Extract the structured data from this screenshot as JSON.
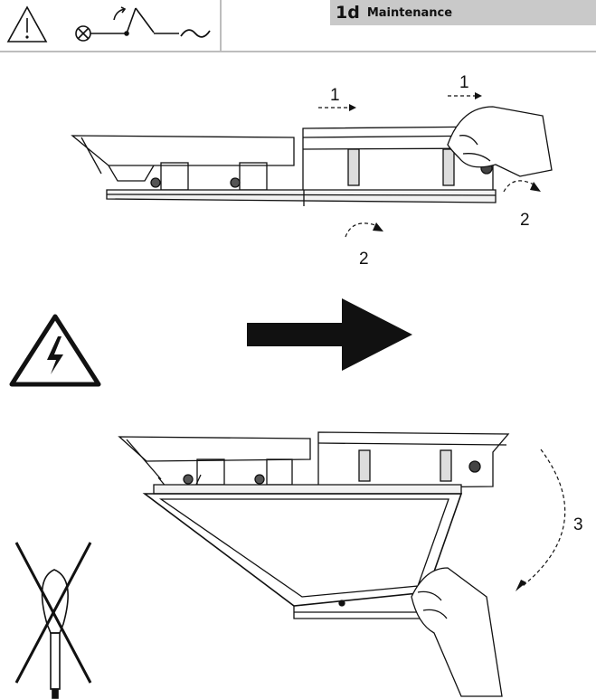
{
  "section": {
    "number": "1d",
    "title": "Maintenance"
  },
  "steps": {
    "s1a": "1",
    "s1b": "1",
    "s2a": "2",
    "s2b": "2",
    "s3": "3"
  },
  "icons": [
    "warning-triangle-icon",
    "lamp-icon",
    "switch-icon",
    "ac-mains-icon",
    "high-voltage-icon",
    "no-screwdriver-icon",
    "arrow-right-icon"
  ]
}
